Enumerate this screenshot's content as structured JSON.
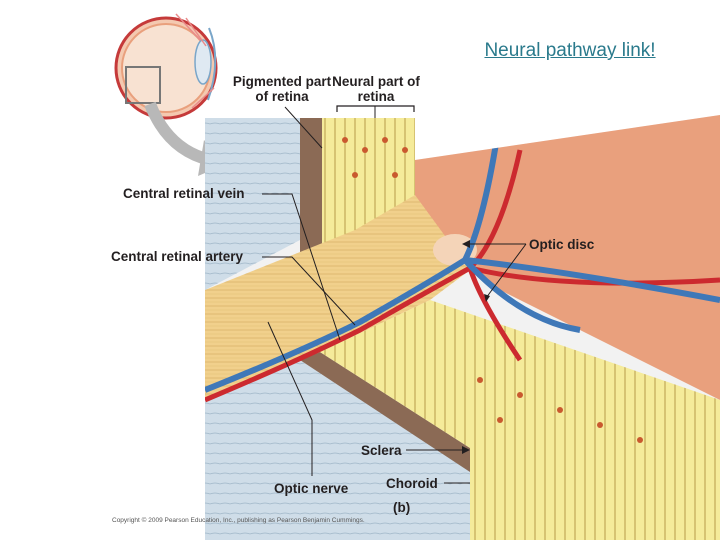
{
  "link": {
    "text": "Neural pathway link!"
  },
  "labels": {
    "pigmented": "Pigmented part of retina",
    "neural": "Neural part of retina",
    "vein": "Central retinal vein",
    "artery": "Central retinal artery",
    "optic_disc": "Optic disc",
    "sclera": "Sclera",
    "choroid": "Choroid",
    "optic_nerve": "Optic nerve",
    "panel": "(b)"
  },
  "copyright": "Copyright © 2009 Pearson Education, Inc., publishing as Pearson Benjamin Cummings.",
  "colors": {
    "eye_interior": "#e9a07d",
    "sclera": "#cfdde8",
    "choroid": "#8b6a55",
    "nerve_fibers": "#f1d08c",
    "photoreceptor_layer": "#f5eb9a",
    "artery": "#cc2a2f",
    "vein": "#3f78b8",
    "link": "#2a7a8c"
  }
}
